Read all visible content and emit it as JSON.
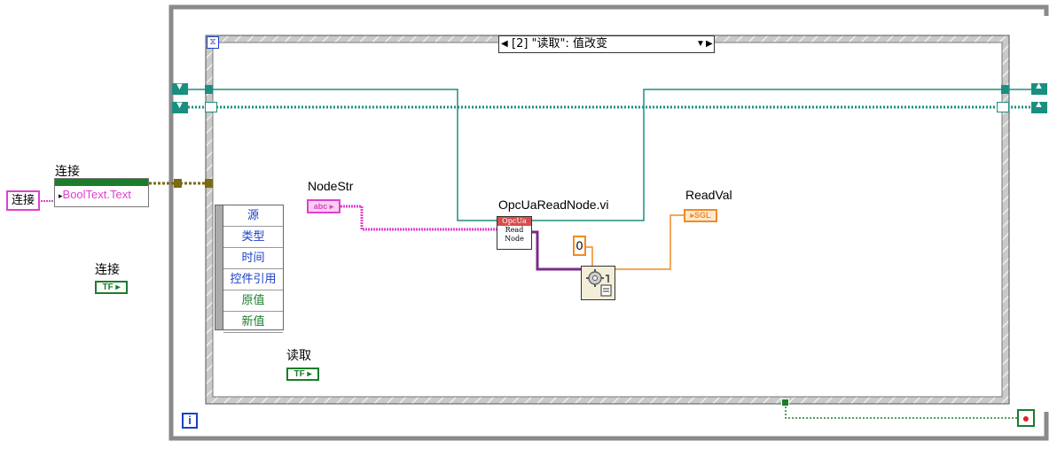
{
  "case_selector": {
    "label": "[2] \"读取\": 值改变"
  },
  "icons": {
    "hourglass": "⧖",
    "iteration": "i",
    "stop": "●",
    "shift_down": "▼",
    "shift_up": "▲"
  },
  "property_node": {
    "caption": "连接",
    "property": "BoolText.Text"
  },
  "string_constant": {
    "label": "连接"
  },
  "bool_terminal_connect": {
    "label": "连接",
    "type": "TF"
  },
  "bool_terminal_read": {
    "label": "读取",
    "type": "TF"
  },
  "nodestr": {
    "label": "NodeStr",
    "type": "abc"
  },
  "subvi": {
    "label": "OpcUaReadNode.vi",
    "icon_line1": "OpcUa",
    "icon_line2": "Read",
    "icon_line3": "Node"
  },
  "numeric_constant": {
    "value": "0"
  },
  "readval": {
    "label": "ReadVal",
    "type": "SGL"
  },
  "event_data": {
    "items": [
      {
        "label": "源",
        "color": "#1a3fc8"
      },
      {
        "label": "类型",
        "color": "#1a3fc8"
      },
      {
        "label": "时间",
        "color": "#1a3fc8"
      },
      {
        "label": "控件引用",
        "color": "#1a3fc8"
      },
      {
        "label": "原值",
        "color": "#1a7d2a"
      },
      {
        "label": "新值",
        "color": "#1a7d2a"
      }
    ]
  },
  "colors": {
    "structure": "#8a8a8a",
    "wire_ref": "#1a8f80",
    "wire_string": "#e040d0",
    "wire_bool": "#1a7d2a",
    "wire_float": "#f08a24",
    "wire_cluster": "#7a6a10",
    "wire_purple": "#7a2a8a"
  }
}
